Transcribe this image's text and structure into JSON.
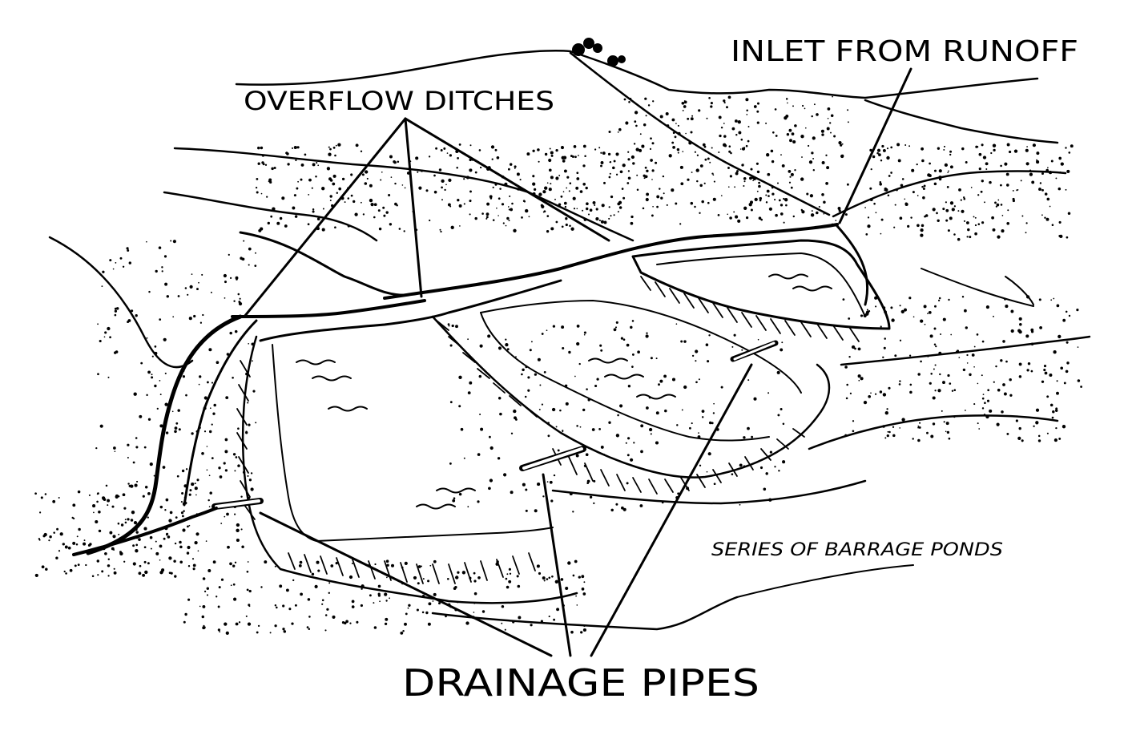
{
  "diagram": {
    "labels": {
      "overflow_ditches": "OVERFLOW DITCHES",
      "inlet_from_runoff": "INLET FROM RUNOFF",
      "series_of_barrage_ponds": "SERIES OF BARRAGE PONDS",
      "drainage_pipes": "DRAINAGE PIPES"
    },
    "colors": {
      "ink": "#000000",
      "paper": "#ffffff"
    }
  }
}
